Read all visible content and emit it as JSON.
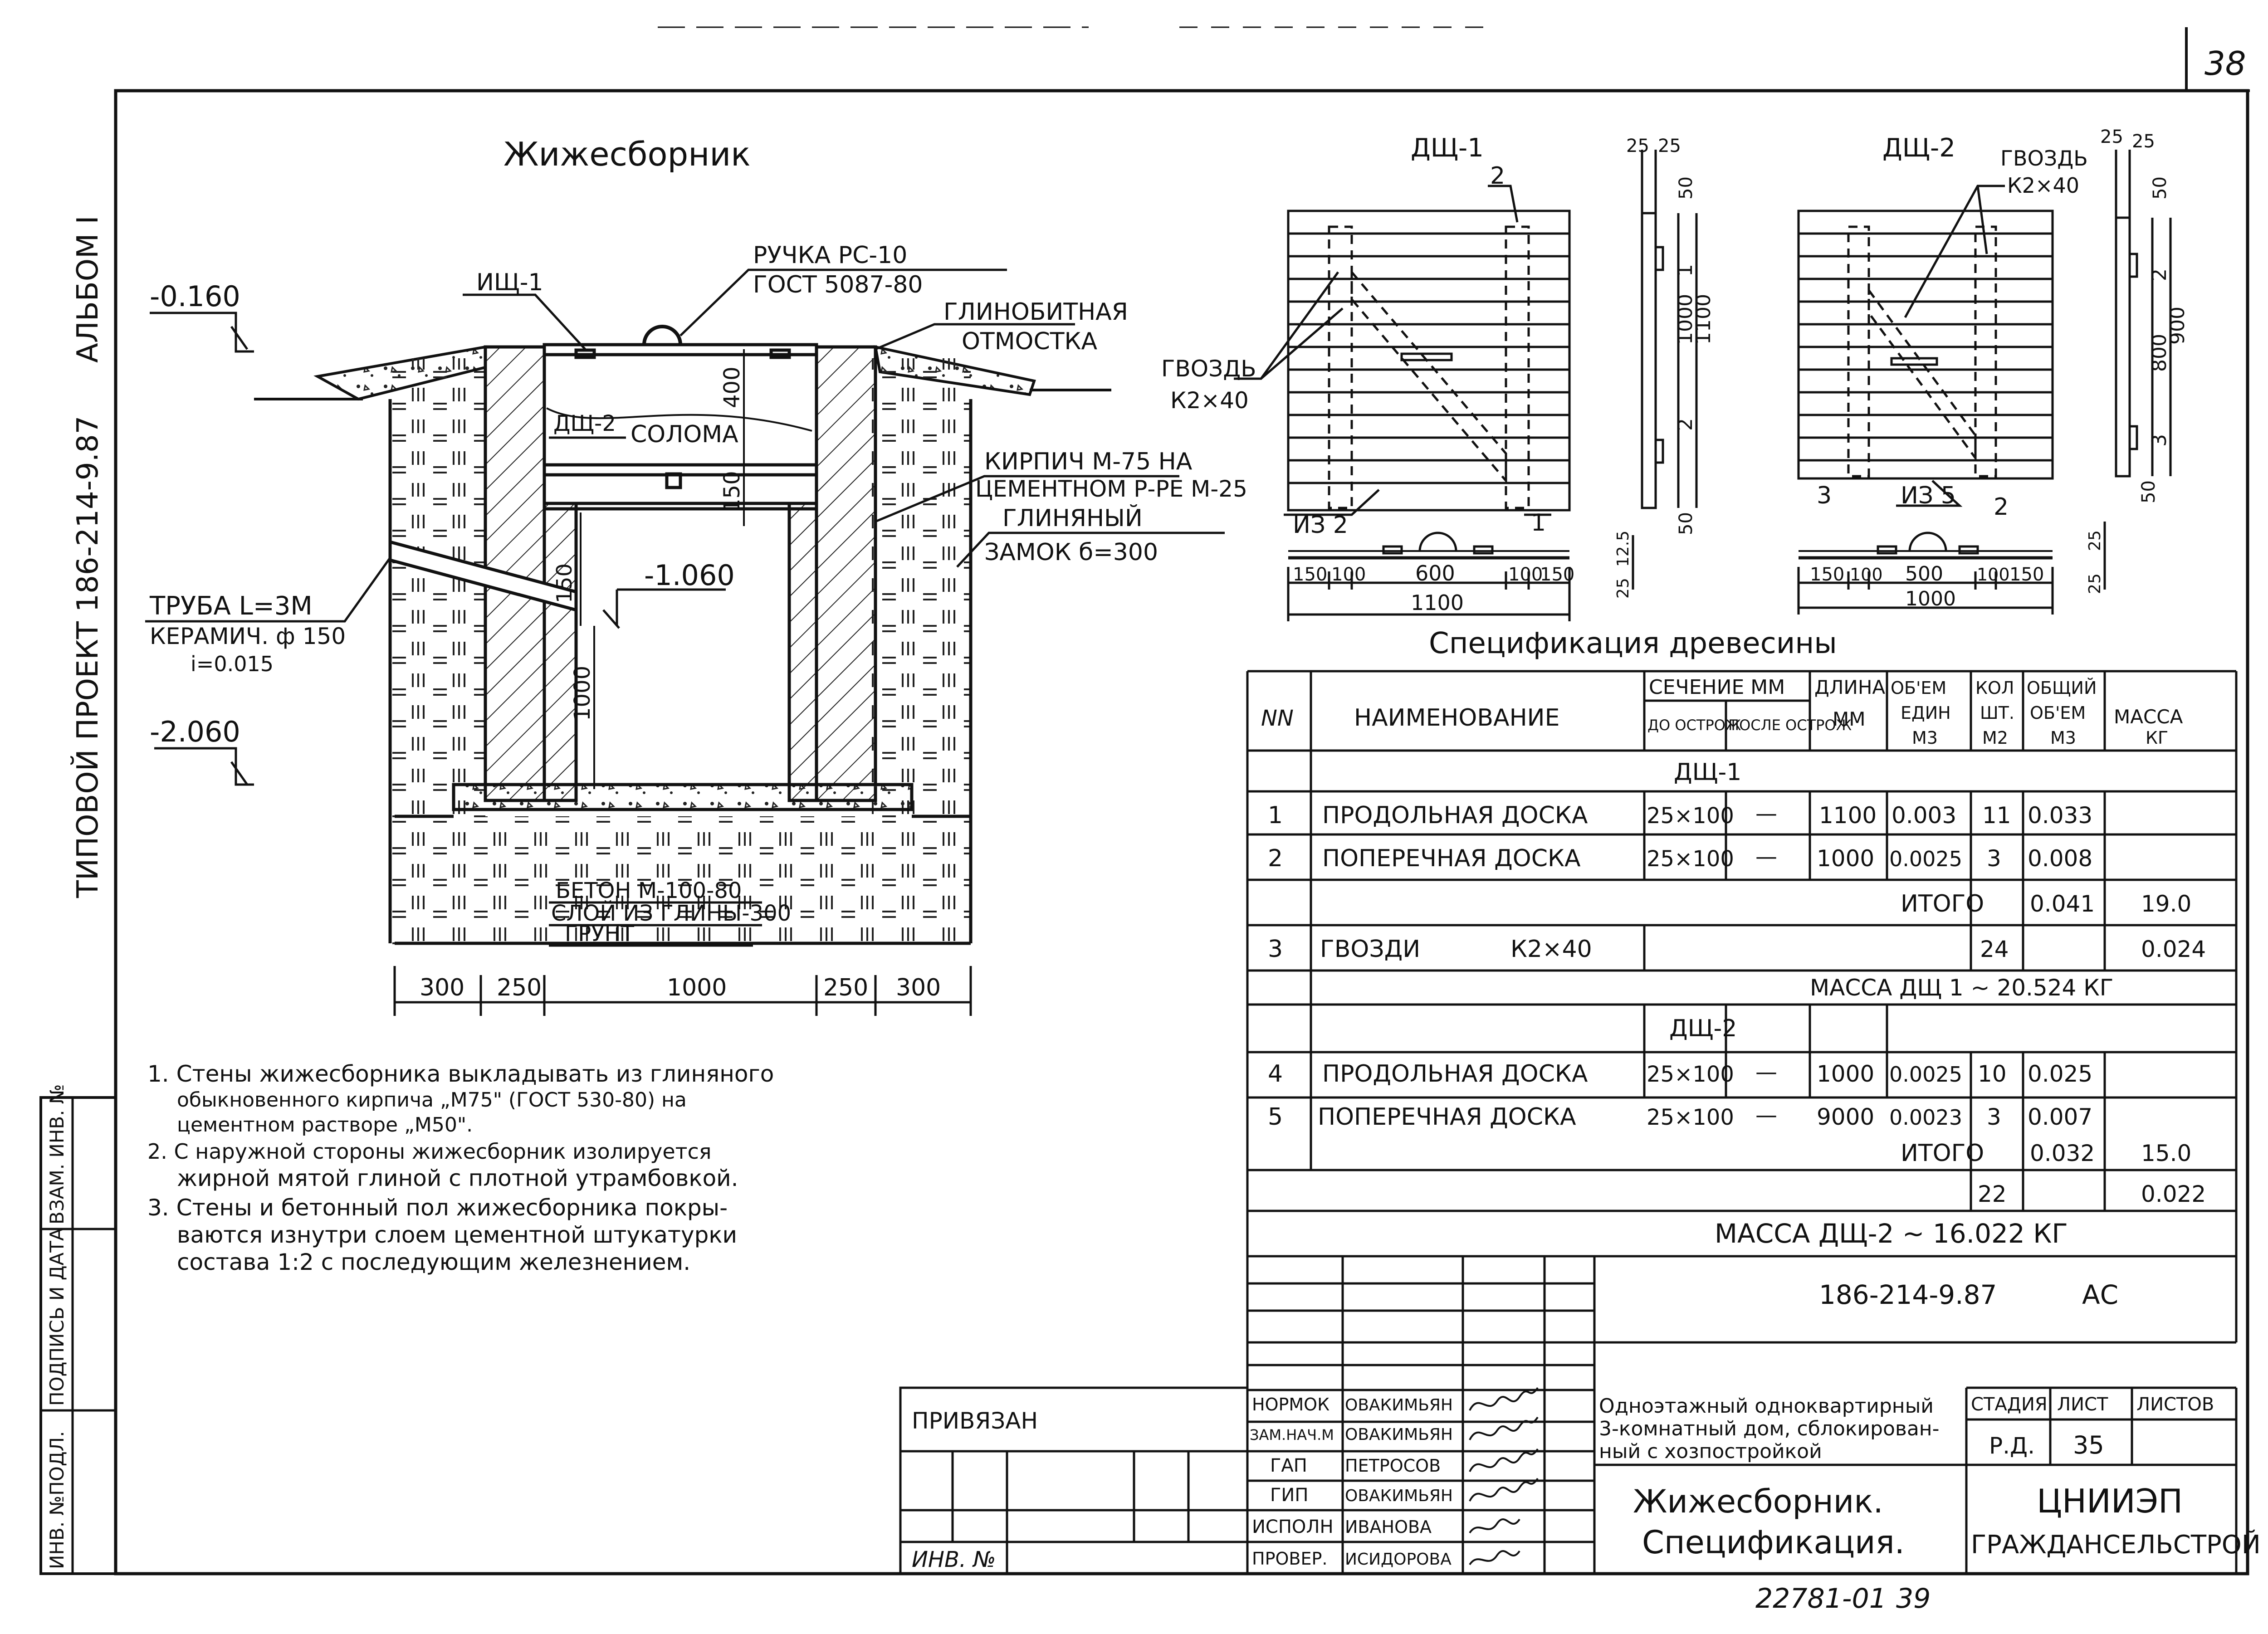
{
  "sheet": {
    "number": "38",
    "album": "АЛЬБОМ I",
    "project": "ТИПОВОЙ ПРОЕКТ 186-214-9.87",
    "archive_no": "22781-01",
    "archive_page": "39"
  },
  "left_stamp": [
    "ИНВ. №ПОДЛ.",
    "ПОДПИСЬ И ДАТА",
    "ВЗАМ. ИНВ. №"
  ],
  "section": {
    "title": "Жижесборник",
    "levels": [
      "-0.160",
      "-1.060",
      "-2.060"
    ],
    "callouts": {
      "handle": [
        "РУЧКА РС-10",
        "ГОСТ 5087-80"
      ],
      "ish": "ИЩ-1",
      "dsh2": "ДЩ-2",
      "straw": "СОЛОМА",
      "apron": [
        "ГЛИНОБИТНАЯ",
        "ОТМОСТКА"
      ],
      "brick": [
        "КИРПИЧ М-75 НА",
        "ЦЕМЕНТНОМ Р-РЕ М-25"
      ],
      "lock": [
        "ГЛИНЯНЫЙ",
        "ЗАМОК б=300"
      ],
      "pipe": [
        "ТРУБА L=3М",
        "КЕРАМИЧ. ф 150",
        "i=0.015"
      ],
      "base": [
        "БЕТОН М-100-80",
        "СЛОЙ ИЗ ГЛИНЫ-300",
        "ГРУНТ"
      ]
    },
    "dims_vertical": [
      "400",
      "150",
      "150",
      "1000"
    ],
    "dims_bottom": [
      "300",
      "250",
      "1000",
      "250",
      "300"
    ]
  },
  "notes": [
    "1. Стены жижесборника выкладывать из глиняного",
    "обыкновенного кирпича „М75\" (ГОСТ 530-80) на",
    "цементном растворе „М50\".",
    "2. С наружной стороны жижесборник изолируется",
    "жирной мятой глиной с плотной утрамбовкой.",
    "3. Стены и бетонный пол жижесборника покры-",
    "ваются изнутри слоем цементной штукатурки",
    "состава 1:2 с последующим железнением."
  ],
  "dsh1": {
    "title": "ДЩ-1",
    "nail": [
      "ГВОЗДЬ",
      "К2×40"
    ],
    "marks": [
      "2",
      "1",
      "ИЗ 2"
    ],
    "dims_bottom": [
      "150",
      "100",
      "600",
      "100",
      "150",
      "1100"
    ],
    "dims_side": [
      "25",
      "25",
      "50",
      "1000",
      "1100",
      "50",
      "25",
      "12.5"
    ],
    "side_marks": [
      "1",
      "2"
    ]
  },
  "dsh2": {
    "title": "ДЩ-2",
    "nail": [
      "ГВОЗДЬ",
      "К2×40"
    ],
    "marks": [
      "3",
      "ИЗ 5",
      "2"
    ],
    "dims_bottom": [
      "150",
      "100",
      "500",
      "100",
      "150",
      "1000"
    ],
    "dims_side": [
      "25",
      "25",
      "50",
      "800",
      "900",
      "50",
      "25",
      "25"
    ],
    "side_marks": [
      "2",
      "3"
    ]
  },
  "spec": {
    "title": "Спецификация древесины",
    "headers": {
      "num": "NN",
      "name": "НАИМЕНОВАНИЕ",
      "section": "СЕЧЕНИЕ ММ",
      "before": "ДО ОСТРОЖ",
      "after": "ПОСЛЕ ОСТРОЖ",
      "length": [
        "ДЛИНА",
        "ММ"
      ],
      "volume": [
        "ОБ'ЕМ",
        "ЕДИН",
        "М3"
      ],
      "qty": [
        "КОЛ",
        "ШТ.",
        "М2"
      ],
      "total": [
        "ОБЩИЙ",
        "ОБ'ЕМ",
        "М3"
      ],
      "mass": [
        "МАССА",
        "КГ"
      ]
    },
    "group1": "ДЩ-1",
    "rows1": [
      [
        "1",
        "ПРОДОЛЬНАЯ ДОСКА",
        "25×100",
        "—",
        "1100",
        "0.003",
        "11",
        "0.033",
        ""
      ],
      [
        "2",
        "ПОПЕРЕЧНАЯ ДОСКА",
        "25×100",
        "—",
        "1000",
        "0.0025",
        "3",
        "0.008",
        ""
      ]
    ],
    "total1": [
      "ИТОГО",
      "0.041",
      "19.0"
    ],
    "nails_row": [
      "3",
      "ГВОЗДИ",
      "К2×40",
      "24",
      "0.024"
    ],
    "mass1": "МАССА ДЩ 1 ~ 20.524 КГ",
    "group2": "ДЩ-2",
    "rows2": [
      [
        "4",
        "ПРОДОЛЬНАЯ ДОСКА",
        "25×100",
        "—",
        "1000",
        "0.0025",
        "10",
        "0.025",
        ""
      ],
      [
        "5",
        "ПОПЕРЕЧНАЯ ДОСКА",
        "25×100",
        "—",
        "9000",
        "0.0023",
        "3",
        "0.007",
        ""
      ]
    ],
    "total2": [
      "ИТОГО",
      "0.032",
      "15.0"
    ],
    "nails2": [
      "22",
      "0.022"
    ],
    "mass2": "МАССА ДЩ-2 ~ 16.022 КГ"
  },
  "title_block": {
    "code": "186-214-9.87",
    "mark": "АС",
    "privyazan": "ПРИВЯЗАН",
    "inv": "ИНВ. №",
    "roles": [
      "НОРМОК",
      "ЗАМ.НАЧ.М",
      "ГАП",
      "ГИП",
      "ИСПОЛН",
      "ПРОВЕР."
    ],
    "names": [
      "ОВАКИМЬЯН",
      "ОВАКИМЬЯН",
      "ПЕТРОСОВ",
      "ОВАКИМЬЯН",
      "ИВАНОВА",
      "ИСИДОРОВА"
    ],
    "description": [
      "Одноэтажный одноквартирный",
      "3-комнатный дом, сблокирован-",
      "ный с хозпостройкой"
    ],
    "stage_h": "СТАДИЯ",
    "sheet_h": "ЛИСТ",
    "sheets_h": "ЛИСТОВ",
    "stage": "Р.Д.",
    "sheet": "35",
    "doc_title": [
      "Жижесборник.",
      "Спецификация."
    ],
    "org": [
      "ЦНИИЭП",
      "ГРАЖДАНСЕЛЬСТРОЙ"
    ]
  }
}
